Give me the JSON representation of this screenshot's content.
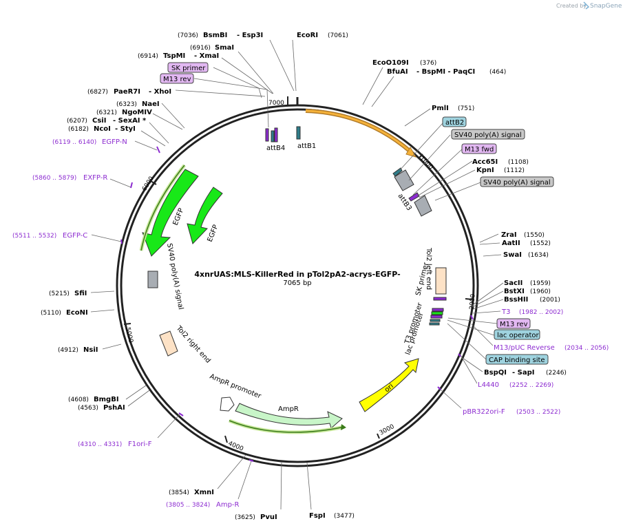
{
  "credit": {
    "prefix": "Created by",
    "brand": "SnapGene"
  },
  "plasmid": {
    "name": "4xnrUAS:MLS-KillerRed in pTol2pA2-acrys-EGFP-",
    "size_label": "7065 bp"
  },
  "ruler": [
    "1000",
    "2000",
    "3000",
    "4000",
    "5000",
    "6000",
    "7000"
  ],
  "sites": [
    {
      "id": "bsmbi",
      "pos": "(7036)",
      "name": "BsmBI",
      "extra": "- Esp3I"
    },
    {
      "id": "smai",
      "pos": "(6916)",
      "name": "SmaI",
      "extra": ""
    },
    {
      "id": "tspmi",
      "pos": "(6914)",
      "name": "TspMI",
      "extra": "- XmaI"
    },
    {
      "id": "paer7i",
      "pos": "(6827)",
      "name": "PaeR7I",
      "extra": "- XhoI"
    },
    {
      "id": "naei",
      "pos": "(6323)",
      "name": "NaeI",
      "extra": ""
    },
    {
      "id": "ngomiv",
      "pos": "(6321)",
      "name": "NgoMIV",
      "extra": ""
    },
    {
      "id": "csii",
      "pos": "(6207)",
      "name": "CsiI",
      "extra": "- SexAI *"
    },
    {
      "id": "ncoi",
      "pos": "(6182)",
      "name": "NcoI",
      "extra": "- StyI"
    },
    {
      "id": "sfii",
      "pos": "(5215)",
      "name": "SfiI",
      "extra": ""
    },
    {
      "id": "econi",
      "pos": "(5110)",
      "name": "EcoNI",
      "extra": ""
    },
    {
      "id": "nsii",
      "pos": "(4912)",
      "name": "NsiI",
      "extra": ""
    },
    {
      "id": "bmgbi",
      "pos": "(4608)",
      "name": "BmgBI",
      "extra": ""
    },
    {
      "id": "pshai",
      "pos": "(4563)",
      "name": "PshAI",
      "extra": ""
    },
    {
      "id": "xmni",
      "pos": "(3854)",
      "name": "XmnI",
      "extra": ""
    },
    {
      "id": "pvui",
      "pos": "(3625)",
      "name": "PvuI",
      "extra": ""
    },
    {
      "id": "fspi",
      "pos": "(3477)",
      "name": "FspI",
      "extra": ""
    },
    {
      "id": "ecori",
      "pos": "(7061)",
      "name": "EcoRI",
      "extra": ""
    },
    {
      "id": "ecoo109i",
      "pos": "(376)",
      "name": "EcoO109I",
      "extra": ""
    },
    {
      "id": "bfuai",
      "pos": "(464)",
      "name": "BfuAI",
      "extra": "- BspMI - PaqCI"
    },
    {
      "id": "pmli",
      "pos": "(751)",
      "name": "PmlI",
      "extra": ""
    },
    {
      "id": "acc65i",
      "pos": "(1108)",
      "name": "Acc65I",
      "extra": ""
    },
    {
      "id": "kpni",
      "pos": "(1112)",
      "name": "KpnI",
      "extra": ""
    },
    {
      "id": "zrai",
      "pos": "(1550)",
      "name": "ZraI",
      "extra": ""
    },
    {
      "id": "aatii",
      "pos": "(1552)",
      "name": "AatII",
      "extra": ""
    },
    {
      "id": "swai",
      "pos": "(1634)",
      "name": "SwaI",
      "extra": ""
    },
    {
      "id": "sacii",
      "pos": "(1959)",
      "name": "SacII",
      "extra": ""
    },
    {
      "id": "bstxi",
      "pos": "(1960)",
      "name": "BstXI",
      "extra": ""
    },
    {
      "id": "bsshii",
      "pos": "(2001)",
      "name": "BssHII",
      "extra": ""
    },
    {
      "id": "bspqi",
      "pos": "(2246)",
      "name": "BspQI",
      "extra": "- SapI"
    }
  ],
  "primers": [
    {
      "id": "egfp-n",
      "name": "EGFP-N",
      "range": "(6119 .. 6140)"
    },
    {
      "id": "exfp-r",
      "name": "EXFP-R",
      "range": "(5860 .. 5879)"
    },
    {
      "id": "egfp-c",
      "name": "EGFP-C",
      "range": "(5511 .. 5532)"
    },
    {
      "id": "f1ori-f",
      "name": "F1ori-F",
      "range": "(4310 .. 4331)"
    },
    {
      "id": "amp-r",
      "name": "Amp-R",
      "range": "(3805 .. 3824)"
    },
    {
      "id": "t3",
      "name": "T3",
      "range": "(1982 .. 2002)"
    },
    {
      "id": "m13-puc-rev",
      "name": "M13/pUC Reverse",
      "range": "(2034 .. 2056)"
    },
    {
      "id": "l4440",
      "name": "L4440",
      "range": "(2252 .. 2269)"
    },
    {
      "id": "pbr322ori-f",
      "name": "pBR322ori-F",
      "range": "(2503 .. 2522)"
    }
  ],
  "boxes": [
    {
      "id": "sk-primer",
      "label": "SK primer",
      "kind": "primer"
    },
    {
      "id": "m13-rev-top",
      "label": "M13 rev",
      "kind": "primer"
    },
    {
      "id": "attb2",
      "label": "attB2",
      "kind": "protein"
    },
    {
      "id": "sv40-1",
      "label": "SV40 poly(A) signal",
      "kind": "terminator"
    },
    {
      "id": "m13-fwd",
      "label": "M13 fwd",
      "kind": "primer"
    },
    {
      "id": "sv40-2",
      "label": "SV40 poly(A) signal",
      "kind": "terminator"
    },
    {
      "id": "m13-rev-right",
      "label": "M13 rev",
      "kind": "primer"
    },
    {
      "id": "lac-operator",
      "label": "lac operator",
      "kind": "protein"
    },
    {
      "id": "cap-site",
      "label": "CAP binding site",
      "kind": "protein"
    }
  ],
  "features": {
    "attb4": "attB4",
    "attb1": "attB1",
    "attb3": "attB3",
    "egfp_outer": "EGFP",
    "egfp_inner": "EGFP",
    "sv40_inner": "SV40 poly(A) signal",
    "tol2_right": "Tol2 right end",
    "ampr_promoter": "AmpR promoter",
    "ampr": "AmpR",
    "ori": "ori",
    "tol2_left": "Tol2 left end",
    "sk_primer_inner": "SK primer",
    "t3_promoter": "T3 promoter",
    "lac_promoter": "lac promoter"
  },
  "colors": {
    "backbone": "#222222",
    "primer": "#8c2bd0",
    "primer_box": "#e2b8f2",
    "protein_box": "#9fd3df",
    "terminator_box": "#c8c8c8",
    "cds": "#18e818",
    "ampr": "#c8f5c8",
    "ori": "#ffff00",
    "tol2": "#fde2c6",
    "orange_feature": "#f5b23a",
    "att": "#2f7d8a"
  }
}
